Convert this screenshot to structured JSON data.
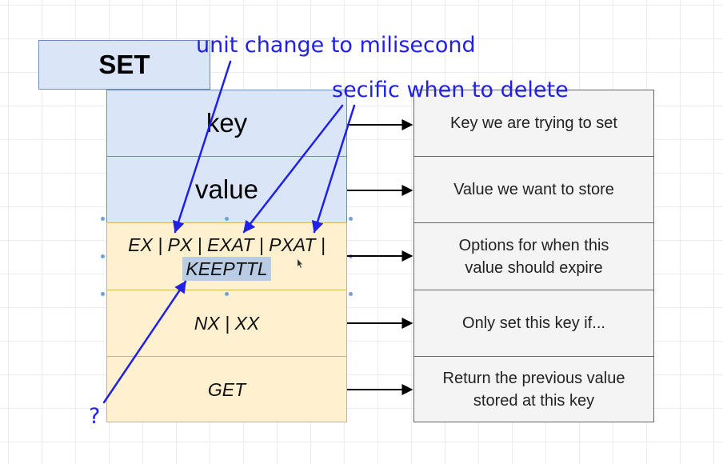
{
  "command": "SET",
  "params": [
    {
      "id": "key",
      "text": "key",
      "style": "blue"
    },
    {
      "id": "value",
      "text": "value",
      "style": "blue"
    },
    {
      "id": "expiry",
      "line1": "EX | PX | EXAT | PXAT |",
      "line2": "KEEPTTL",
      "style": "yellow"
    },
    {
      "id": "condition",
      "text": "NX | XX",
      "style": "yellow"
    },
    {
      "id": "get",
      "text": "GET",
      "style": "yellow"
    }
  ],
  "descriptions": [
    {
      "line1": "Key we are trying to set"
    },
    {
      "line1": "Value we want to store"
    },
    {
      "line1": "Options for when this",
      "line2": "value should expire"
    },
    {
      "line1": "Only set this key if..."
    },
    {
      "line1": "Return the previous value",
      "line2": "stored at this key"
    }
  ],
  "annotations": {
    "unit": "unit change to milisecond",
    "specific": "secific when to delete",
    "question": "?"
  },
  "colors": {
    "param_blue_fill": "#dae6f8",
    "param_blue_stroke": "#6c8ebf",
    "param_yellow_fill": "#fff1cf",
    "param_yellow_stroke": "#d6b656",
    "desc_fill": "#f4f4f4",
    "desc_stroke": "#666666",
    "annotation": "#2020e8"
  }
}
